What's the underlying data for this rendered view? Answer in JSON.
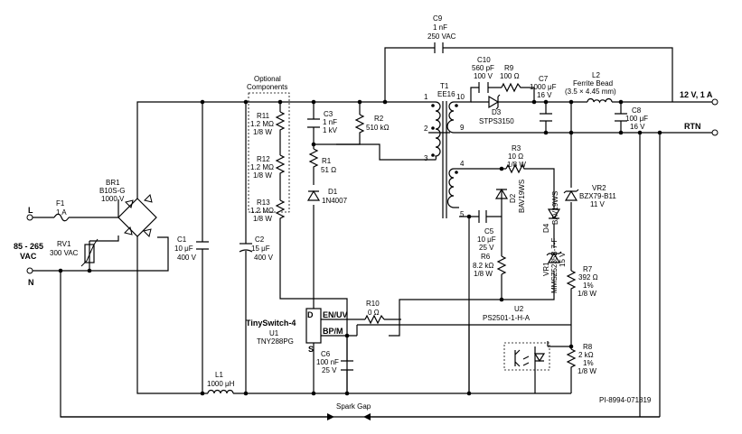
{
  "input": {
    "label_l": "L",
    "label_n": "N",
    "voltage": "85 - 265",
    "voltage_unit": "VAC"
  },
  "output": {
    "voltage": "12 V, 1 A",
    "rtn": "RTN"
  },
  "optional_components": {
    "line1": "Optional",
    "line2": "Components"
  },
  "components": {
    "F1": {
      "ref": "F1",
      "value": "1 A"
    },
    "RV1": {
      "ref": "RV1",
      "value": "300 VAC"
    },
    "BR1": {
      "ref": "BR1",
      "part": "B10S-G",
      "rating": "1000 V"
    },
    "C1": {
      "ref": "C1",
      "value": "10 μF",
      "rating": "400 V"
    },
    "C2": {
      "ref": "C2",
      "value": "15 μF",
      "rating": "400 V"
    },
    "R11": {
      "ref": "R11",
      "value": "1.2 MΩ",
      "rating": "1/8 W"
    },
    "R12": {
      "ref": "R12",
      "value": "1.2 MΩ",
      "rating": "1/8 W"
    },
    "R13": {
      "ref": "R13",
      "value": "1.2 MΩ",
      "rating": "1/8 W"
    },
    "C3": {
      "ref": "C3",
      "value": "1 nF",
      "rating": "1 kV"
    },
    "R2": {
      "ref": "R2",
      "value": "510 kΩ"
    },
    "R1": {
      "ref": "R1",
      "value": "51 Ω"
    },
    "D1": {
      "ref": "D1",
      "part": "1N4007"
    },
    "C9": {
      "ref": "C9",
      "value": "1 nF",
      "rating": "250 VAC"
    },
    "T1": {
      "ref": "T1",
      "core": "EE16",
      "pin1": "1",
      "pin2": "2",
      "pin3": "3",
      "pin4": "4",
      "pin5": "5",
      "pin9": "9",
      "pin10": "10"
    },
    "C10": {
      "ref": "C10",
      "value": "560 pF",
      "rating": "100 V"
    },
    "R9": {
      "ref": "R9",
      "value": "100 Ω"
    },
    "D3": {
      "ref": "D3",
      "part": "STPS3150"
    },
    "C7": {
      "ref": "C7",
      "value": "1000 μF",
      "rating": "16 V"
    },
    "L2": {
      "ref": "L2",
      "part": "Ferrite Bead",
      "size": "(3.5 × 4.45 mm)"
    },
    "C8": {
      "ref": "C8",
      "value": "100 μF",
      "rating": "16 V"
    },
    "R3": {
      "ref": "R3",
      "value": "10 Ω",
      "rating": "1/8 W"
    },
    "D2": {
      "ref": "D2",
      "part": "BAV19WS"
    },
    "D4": {
      "ref": "D4",
      "part": "BAV19WS"
    },
    "C5": {
      "ref": "C5",
      "value": "10 μF",
      "rating": "25 V"
    },
    "R6": {
      "ref": "R6",
      "value": "8.2 kΩ",
      "rating": "1/8 W"
    },
    "VR1": {
      "ref": "VR1",
      "part": "MMSZ5235B-7-F",
      "rating": "15 V"
    },
    "VR2": {
      "ref": "VR2",
      "part": "BZX79-B11",
      "rating": "11 V"
    },
    "R7": {
      "ref": "R7",
      "value": "392 Ω",
      "tolerance": "1%",
      "rating": "1/8 W"
    },
    "R8": {
      "ref": "R8",
      "value": "2 kΩ",
      "tolerance": "1%",
      "rating": "1/8 W"
    },
    "R10": {
      "ref": "R10",
      "value": "0 Ω"
    },
    "U2": {
      "ref": "U2",
      "part": "PS2501-1-H-A"
    },
    "U1": {
      "family": "TinySwitch-4",
      "ref": "U1",
      "part": "TNY288PG",
      "pin_d": "D",
      "pin_s": "S",
      "pin_en": "EN/UV",
      "pin_bp": "BP/M"
    },
    "C6": {
      "ref": "C6",
      "value": "100 nF",
      "rating": "25 V"
    },
    "L1": {
      "ref": "L1",
      "value": "1000 μH"
    }
  },
  "spark_gap": "Spark Gap",
  "drawing_number": "PI-8994-071819"
}
